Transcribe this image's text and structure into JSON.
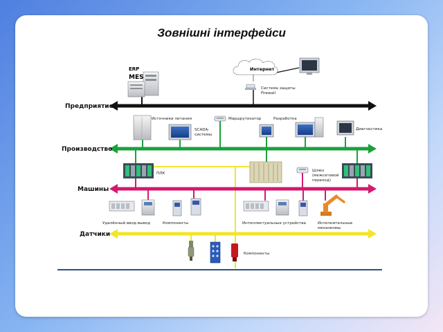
{
  "slide": {
    "title": "Зовнішні інтерфейси",
    "title_marker": ""
  },
  "colors": {
    "enterprise_bus": "#111111",
    "production_bus": "#1aa13a",
    "machines_bus": "#d21a6f",
    "sensors_bus": "#f1e62c",
    "bottom_rule": "#2b4f7c"
  },
  "diagram": {
    "buses": {
      "enterprise": "Предприятие",
      "production": "Производство",
      "machines": "Машины",
      "sensors": "Датчики"
    },
    "labels": {
      "erp": "ERP",
      "mes": "MES",
      "internet": "Интернет",
      "firewall_line1": "Система защиты",
      "firewall_line2": "Firewall",
      "power_supplies": "Источники питания",
      "router": "Маршрутизатор",
      "development": "Разработка",
      "scada_line1": "SCADA-",
      "scada_line2": "системы",
      "diagnostics": "Диагностика",
      "plc": "ПЛК",
      "gateway_line1": "Шлюз",
      "gateway_line2": "(межсетевой",
      "gateway_line3": "переход)",
      "remote_io": "Удалённый ввод-вывод",
      "components_machines": "Компоненты",
      "smart_devices": "Интеллектуальные устройства",
      "actuators_line1": "Исполнительные",
      "actuators_line2": "механизмы",
      "components_sensors": "Компоненты"
    },
    "icons": [
      "server-icon",
      "cloud-icon",
      "computer-icon",
      "firewall-icon",
      "power-cabinet-icon",
      "router-icon",
      "plc-icon",
      "gateway-icon",
      "io-module-icon",
      "drive-icon",
      "robot-arm-icon",
      "sensor-icon",
      "signal-tower-icon"
    ]
  }
}
